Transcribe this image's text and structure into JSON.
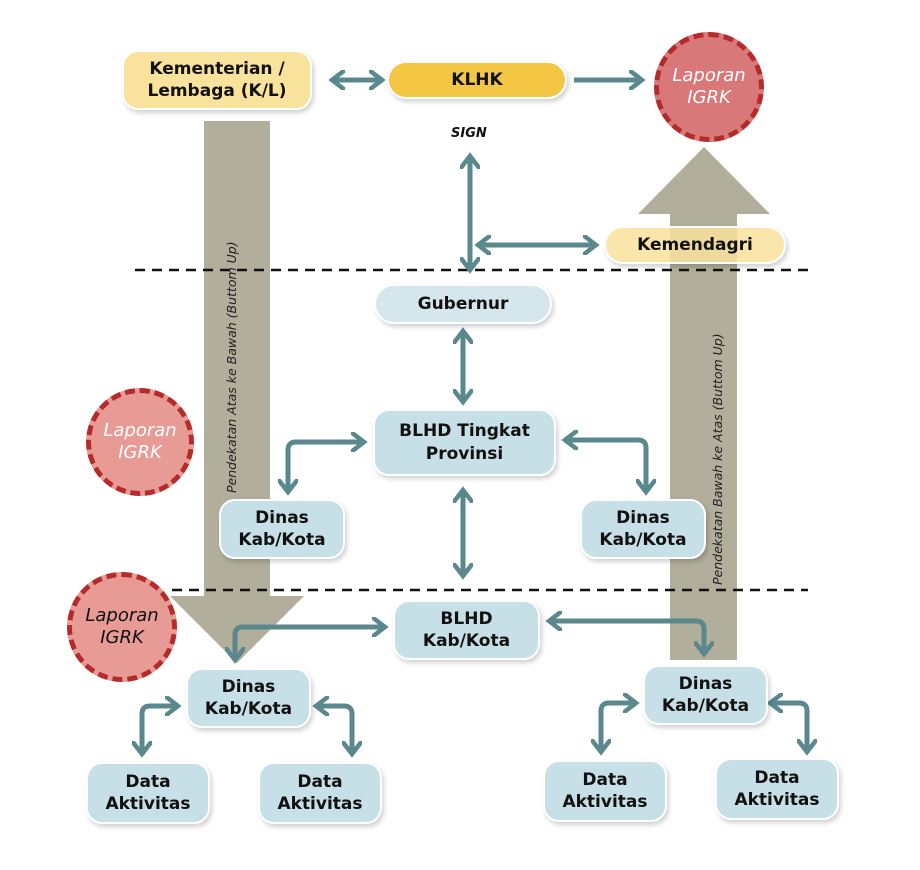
{
  "colors": {
    "arrow": "#5a888c",
    "big_arrow": "#b1ae9b",
    "node_blue": "#c7dfe6",
    "node_yellow": "#f3c644",
    "node_pale_yellow": "#f9e29c",
    "report_circle": "#e89a94",
    "report_border": "#b52a2a"
  },
  "top": {
    "kl": "Kementerian / Lembaga (K/L)",
    "klhk": "KLHK",
    "sign": "SIGN",
    "kemendagri": "Kemendagri",
    "report": "Laporan IGRK"
  },
  "province": {
    "gubernur": "Gubernur",
    "blhd_prov": "BLHD Tingkat Provinsi",
    "dinas_left": "Dinas Kab/Kota",
    "dinas_right": "Dinas Kab/Kota",
    "report": "Laporan IGRK"
  },
  "district": {
    "blhd_kab": "BLHD Kab/Kota",
    "dinas_left": "Dinas Kab/Kota",
    "dinas_right": "Dinas Kab/Kota",
    "data_1": "Data Aktivitas",
    "data_2": "Data Aktivitas",
    "data_3": "Data Aktivitas",
    "data_4": "Data Aktivitas",
    "report": "Laporan IGRK"
  },
  "approaches": {
    "top_down": "Pendekatan Atas ke Bawah (Buttom Up)",
    "bottom_up": "Pendekatan Bawah ke Atas (Buttom Up)"
  }
}
